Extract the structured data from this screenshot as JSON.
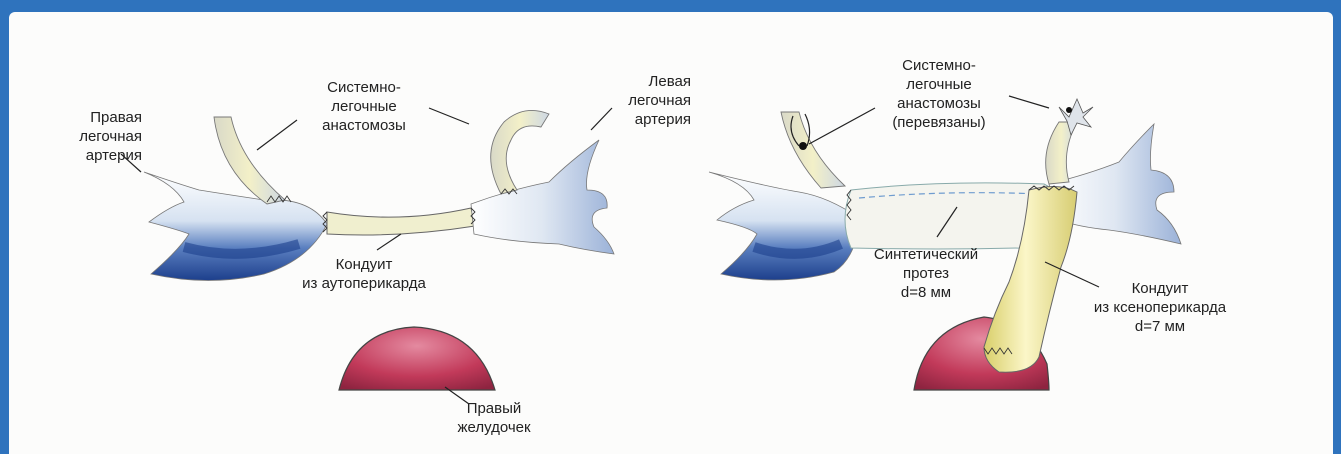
{
  "colors": {
    "frame": "#2f73bd",
    "background": "#fcfcfb",
    "vessel_light": "#e3ecf6",
    "vessel_dark": "#1d3f8c",
    "conduit_yellow": "#efe69a",
    "ventricle": "#c23a5a"
  },
  "left_panel": {
    "right_pa_label": "Правая\nлегочная\nартерия",
    "shunts_label": "Системно-\nлегочные\nанастомозы",
    "left_pa_label": "Левая\nлегочная\nартерия",
    "conduit_label": "Кондуит\nиз аутоперикарда",
    "rv_label": "Правый\nжелудочек"
  },
  "right_panel": {
    "shunts_label": "Системно-\nлегочные\nанастомозы\n(перевязаны)",
    "prosthesis_label": "Синтетический\nпротез\nd=8 мм",
    "conduit_label": "Кондуит\nиз ксеноперикарда\nd=7 мм"
  }
}
